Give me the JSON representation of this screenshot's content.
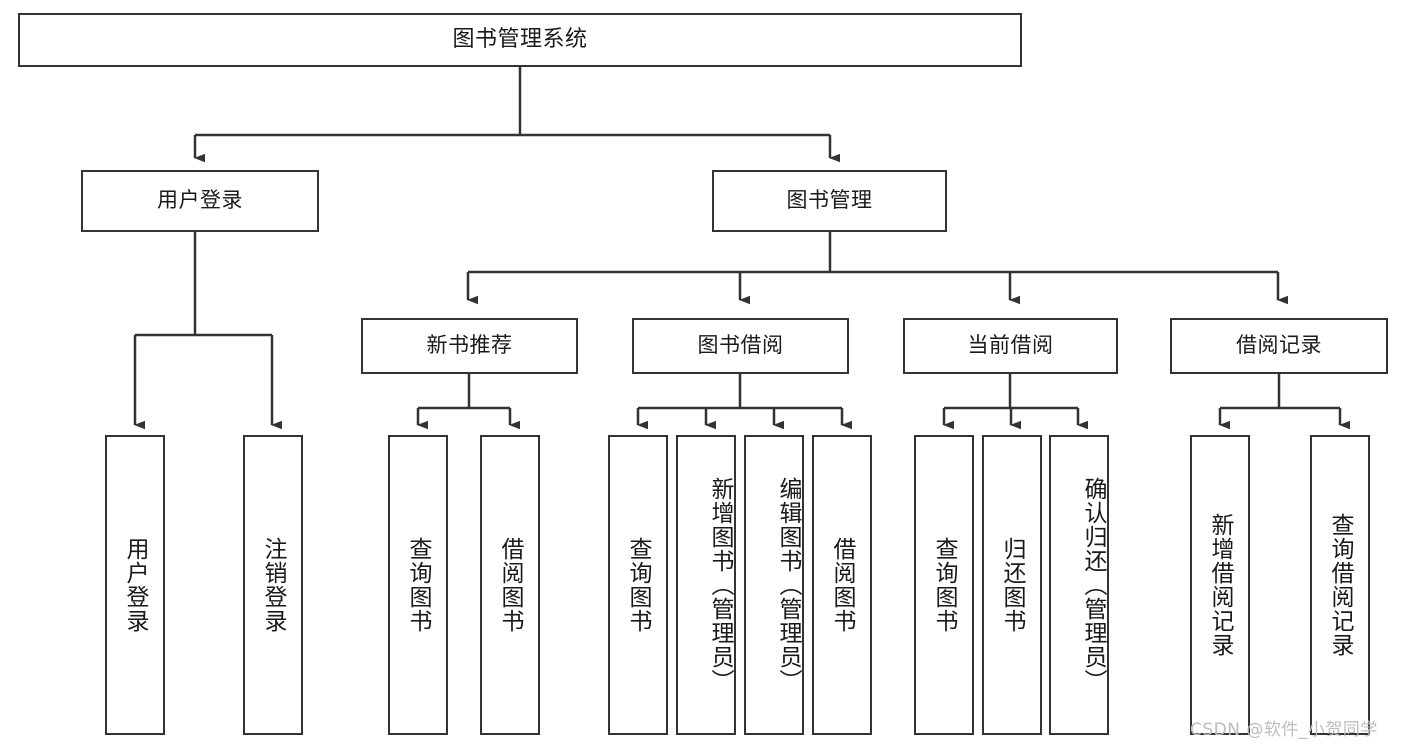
{
  "diagram": {
    "title": "图书管理系统",
    "type": "tree-hierarchy",
    "colors": {
      "stroke": "#333333",
      "fill": "#ffffff",
      "text": "#1a1a1a",
      "watermark": "#bdbdbd"
    },
    "root": {
      "label": "图书管理系统"
    },
    "level2": [
      {
        "label": "用户登录"
      },
      {
        "label": "图书管理"
      }
    ],
    "level3": [
      {
        "label": "新书推荐"
      },
      {
        "label": "图书借阅"
      },
      {
        "label": "当前借阅"
      },
      {
        "label": "借阅记录"
      }
    ],
    "leaves": {
      "user_login": [
        {
          "label": "用户登录"
        },
        {
          "label": "注销登录"
        }
      ],
      "new_book_recommend": [
        {
          "label": "查询图书"
        },
        {
          "label": "借阅图书"
        }
      ],
      "book_borrow": [
        {
          "label": "查询图书"
        },
        {
          "label": "新增图书（管理员）"
        },
        {
          "label": "编辑图书（管理员）"
        },
        {
          "label": "借阅图书"
        }
      ],
      "current_borrow": [
        {
          "label": "查询图书"
        },
        {
          "label": "归还图书"
        },
        {
          "label": "确认归还（管理员）"
        }
      ],
      "borrow_record": [
        {
          "label": "新增借阅记录"
        },
        {
          "label": "查询借阅记录"
        }
      ]
    }
  },
  "watermark": {
    "text": "CSDN @软件_小贺同学"
  }
}
